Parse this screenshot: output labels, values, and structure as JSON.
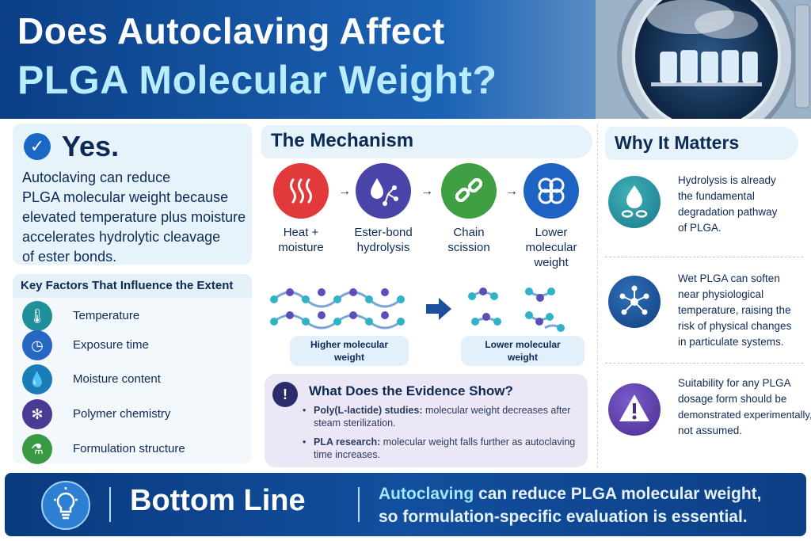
{
  "header": {
    "title_line1": "Does Autoclaving Affect",
    "title_line2": "PLGA Molecular Weight?"
  },
  "answer": {
    "verdict": "Yes.",
    "body_lines": [
      "Autoclaving can reduce",
      "PLGA molecular weight because",
      "elevated temperature plus moisture",
      "accelerates hydrolytic cleavage",
      "of ester bonds."
    ]
  },
  "key_factors": {
    "heading": "Key Factors That Influence the Extent",
    "items": [
      {
        "label": "Temperature",
        "icon": "thermometer-icon",
        "color": "#1f8f9a"
      },
      {
        "label": "Exposure time",
        "icon": "clock-icon",
        "color": "#2468c4"
      },
      {
        "label": "Moisture content",
        "icon": "water-drop-icon",
        "color": "#1a7db8"
      },
      {
        "label": "Polymer chemistry",
        "icon": "molecule-icon",
        "color": "#4a3a94"
      },
      {
        "label": "Formulation structure",
        "icon": "flask-icon",
        "color": "#3a9a44"
      }
    ]
  },
  "mechanism": {
    "heading": "The Mechanism",
    "steps": [
      {
        "line1": "Heat +",
        "line2": "moisture",
        "line3": "",
        "icon": "heat-waves-icon",
        "color": "#e23a3a"
      },
      {
        "line1": "Ester-bond",
        "line2": "hydrolysis",
        "line3": "",
        "icon": "droplet-molecule-icon",
        "color": "#4b44a8"
      },
      {
        "line1": "Chain",
        "line2": "scission",
        "line3": "",
        "icon": "broken-chain-icon",
        "color": "#3ea043"
      },
      {
        "line1": "Lower",
        "line2": "molecular",
        "line3": "weight",
        "icon": "fragments-icon",
        "color": "#1d63c4"
      }
    ],
    "arrow": "→",
    "higher_label_line1": "Higher molecular",
    "higher_label_line2": "weight",
    "lower_label_line1": "Lower molecular",
    "lower_label_line2": "weight"
  },
  "evidence": {
    "heading": "What Does the Evidence Show?",
    "items": [
      {
        "bold": "Poly(L-lactide) studies:",
        "rest": " molecular weight decreases after steam sterilization."
      },
      {
        "bold": "PLA research:",
        "rest": " molecular weight falls further as autoclaving time increases."
      }
    ]
  },
  "why": {
    "heading": "Why It Matters",
    "items": [
      {
        "text_lines": [
          "Hydrolysis is already",
          "the fundamental",
          "degradation pathway",
          "of PLGA."
        ],
        "icon": "hydrolysis-chain-icon",
        "color": "#1e8a9a"
      },
      {
        "text_lines": [
          "Wet PLGA can soften",
          "near physiological",
          "temperature, raising the",
          "risk of physical changes",
          "in particulate systems."
        ],
        "icon": "particle-network-icon",
        "color": "#1d4f96"
      },
      {
        "text_lines": [
          "Suitability for any PLGA",
          "dosage form should be",
          "demonstrated experimentally,",
          "not assumed."
        ],
        "icon": "warning-icon",
        "color": "#5a3aa0"
      }
    ]
  },
  "bottom": {
    "label": "Bottom Line",
    "highlight": "Autoclaving",
    "line1_rest": " can reduce PLGA molecular weight,",
    "line2": "so formulation-specific evaluation is essential."
  }
}
